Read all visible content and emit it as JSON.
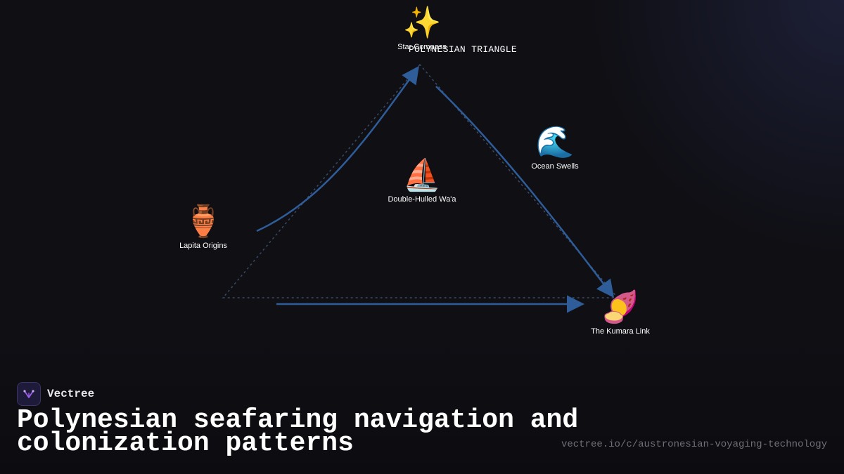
{
  "diagram": {
    "title": "POLYNESIAN TRIANGLE",
    "nodes": [
      {
        "id": "star",
        "emoji": "✨",
        "label": "Star Compass"
      },
      {
        "id": "ocean",
        "emoji": "🌊",
        "label": "Ocean Swells"
      },
      {
        "id": "waa",
        "emoji": "⛵",
        "label": "Double-Hulled Wa'a"
      },
      {
        "id": "lapita",
        "emoji": "🏺",
        "label": "Lapita Origins"
      },
      {
        "id": "kumara",
        "emoji": "🍠",
        "label": "The Kumara Link"
      }
    ],
    "edge_color": "#2f5d99",
    "outline_color": "#3a4a66"
  },
  "brand": {
    "name": "Vectree",
    "accent": "#9b5de5"
  },
  "headline": "Polynesian seafaring navigation and colonization patterns",
  "url": "vectree.io/c/austronesian-voyaging-technology"
}
